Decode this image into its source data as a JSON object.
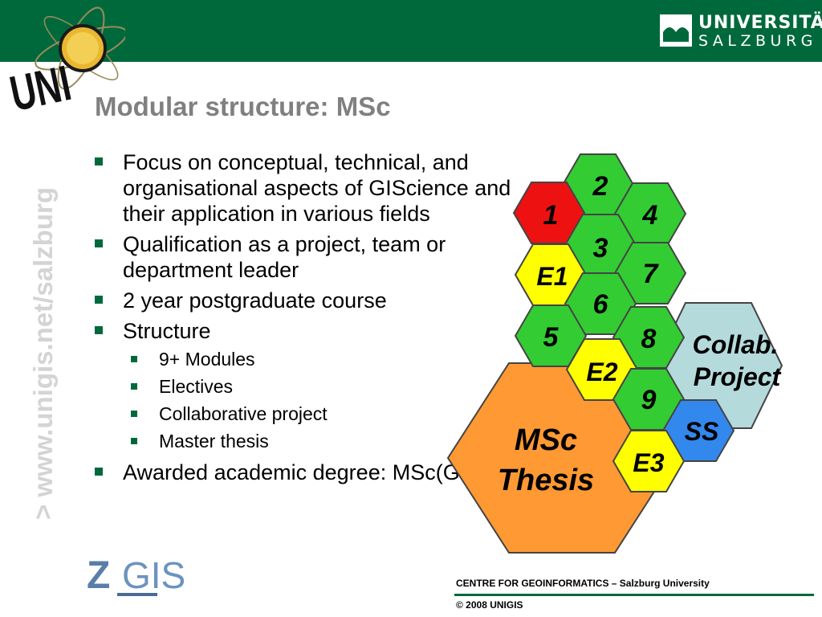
{
  "header": {
    "university_line1": "UNIVERSITÄT",
    "university_line2": "SALZBURG",
    "unigis_logo_icon": "unigis-globe-logo",
    "university_logo_icon": "university-salzburg-logo",
    "bar_color": "#00693c"
  },
  "slide": {
    "title": "Modular structure: MSc",
    "side_url": "> www.unigis.net/salzburg"
  },
  "bullets": [
    {
      "text": "Focus on conceptual, technical, and organisational aspects of GIScience and their application in various fields"
    },
    {
      "text": "Qualification as a project, team or department leader"
    },
    {
      "text": "2 year postgraduate course"
    },
    {
      "text": "Structure"
    },
    {
      "text": "Awarded academic degree: MSc(GIS)"
    }
  ],
  "sub_bullets": [
    "9+ Modules",
    "Electives",
    "Collaborative project",
    "Master thesis"
  ],
  "hex_labels": {
    "m1": "1",
    "m2": "2",
    "m3": "3",
    "m4": "4",
    "m5": "5",
    "m6": "6",
    "m7": "7",
    "m8": "8",
    "m9": "9",
    "e1": "E1",
    "e2": "E2",
    "e3": "E3",
    "ss": "SS",
    "collab_line1": "Collab.",
    "collab_line2": "Project",
    "thesis_line1": "MSc",
    "thesis_line2": "Thesis"
  },
  "colors": {
    "module_green": "#33cc33",
    "module_red": "#ee1111",
    "elective_yellow": "#ffff00",
    "ss_blue": "#3388ee",
    "collab_lightblue": "#b4dadc",
    "thesis_orange": "#ff9933"
  },
  "zgis": {
    "z": "Z",
    "gis": "GIS"
  },
  "footer": {
    "line1": "CENTRE FOR GEOINFORMATICS – Salzburg University",
    "line2": "© 2008 UNIGIS"
  }
}
